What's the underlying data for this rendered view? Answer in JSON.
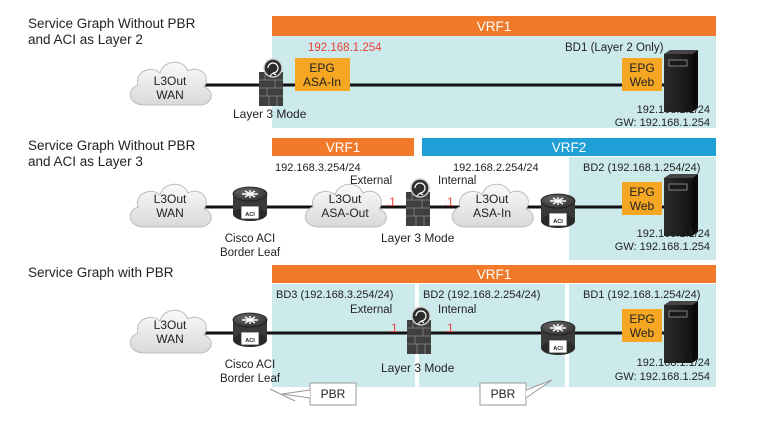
{
  "colors": {
    "vrf_orange": "#f07a2a",
    "vrf_blue": "#1e9fd6",
    "bd_teal": "#cce9ec",
    "epg_orange": "#f5a623",
    "ip_red": "#e8413a",
    "pbr_line": "#9a9a9a"
  },
  "section1": {
    "title_l1": "Service Graph Without PBR",
    "title_l2": "and ACI as Layer 2",
    "vrf_label": "VRF1",
    "bd_label": "BD1 (Layer 2 Only)",
    "ip_red": "192.168.1.254",
    "cloud_l1": "L3Out",
    "cloud_l2": "WAN",
    "epg1_l1": "EPG",
    "epg1_l2": "ASA-In",
    "fw_label": "Layer 3 Mode",
    "epg2_l1": "EPG",
    "epg2_l2": "Web",
    "server_ip": "192.168.1.1/24",
    "server_gw": "GW: 192.168.1.254"
  },
  "section2": {
    "title_l1": "Service Graph Without PBR",
    "title_l2": "and ACI as Layer 3",
    "vrf1_label": "VRF1",
    "vrf2_label": "VRF2",
    "ip_left": "192.168.3.254/24",
    "ip_mid": "192.168.2.254/24",
    "bd_label": "BD2 (192.168.1.254/24)",
    "cloud1_l1": "L3Out",
    "cloud1_l2": "WAN",
    "leaf_l1": "Cisco ACI",
    "leaf_l2": "Border Leaf",
    "cloud2_l1": "L3Out",
    "cloud2_l2": "ASA-Out",
    "external": "External",
    "internal": "Internal",
    "dot1_left": ".1",
    "dot1_right": ".1",
    "fw_label": "Layer 3 Mode",
    "cloud3_l1": "L3Out",
    "cloud3_l2": "ASA-In",
    "epg_l1": "EPG",
    "epg_l2": "Web",
    "server_ip": "192.168.1.1/24",
    "server_gw": "GW: 192.168.1.254"
  },
  "section3": {
    "title": "Service Graph with PBR",
    "vrf_label": "VRF1",
    "bd3_label": "BD3 (192.168.3.254/24)",
    "bd2_label": "BD2 (192.168.2.254/24)",
    "bd1_label": "BD1 (192.168.1.254/24)",
    "external": "External",
    "internal": "Internal",
    "dot1_left": ".1",
    "dot1_right": ".1",
    "cloud_l1": "L3Out",
    "cloud_l2": "WAN",
    "leaf_l1": "Cisco ACI",
    "leaf_l2": "Border Leaf",
    "fw_label": "Layer 3 Mode",
    "epg_l1": "EPG",
    "epg_l2": "Web",
    "server_ip": "192.168.1.1/24",
    "server_gw": "GW: 192.168.1.254",
    "pbr1": "PBR",
    "pbr2": "PBR"
  }
}
